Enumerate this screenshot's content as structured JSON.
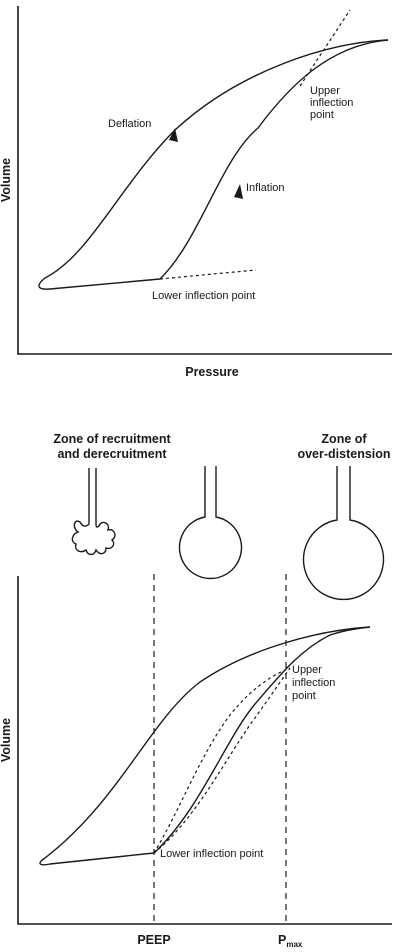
{
  "top": {
    "ylabel": "Volume",
    "xlabel": "Pressure",
    "deflation": "Deflation",
    "inflation": "Inflation",
    "upper": [
      "Upper",
      "inflection",
      "point"
    ],
    "lower": "Lower inflection point"
  },
  "bottom": {
    "ylabel": "Volume",
    "zone_left": [
      "Zone of recruitment",
      "and derecruitment"
    ],
    "zone_right": [
      "Zone of",
      "over-distension"
    ],
    "upper": [
      "Upper",
      "inflection",
      "point"
    ],
    "lower": "Lower inflection point",
    "peep": "PEEP",
    "pmax": "P",
    "pmax_sub": "max"
  }
}
